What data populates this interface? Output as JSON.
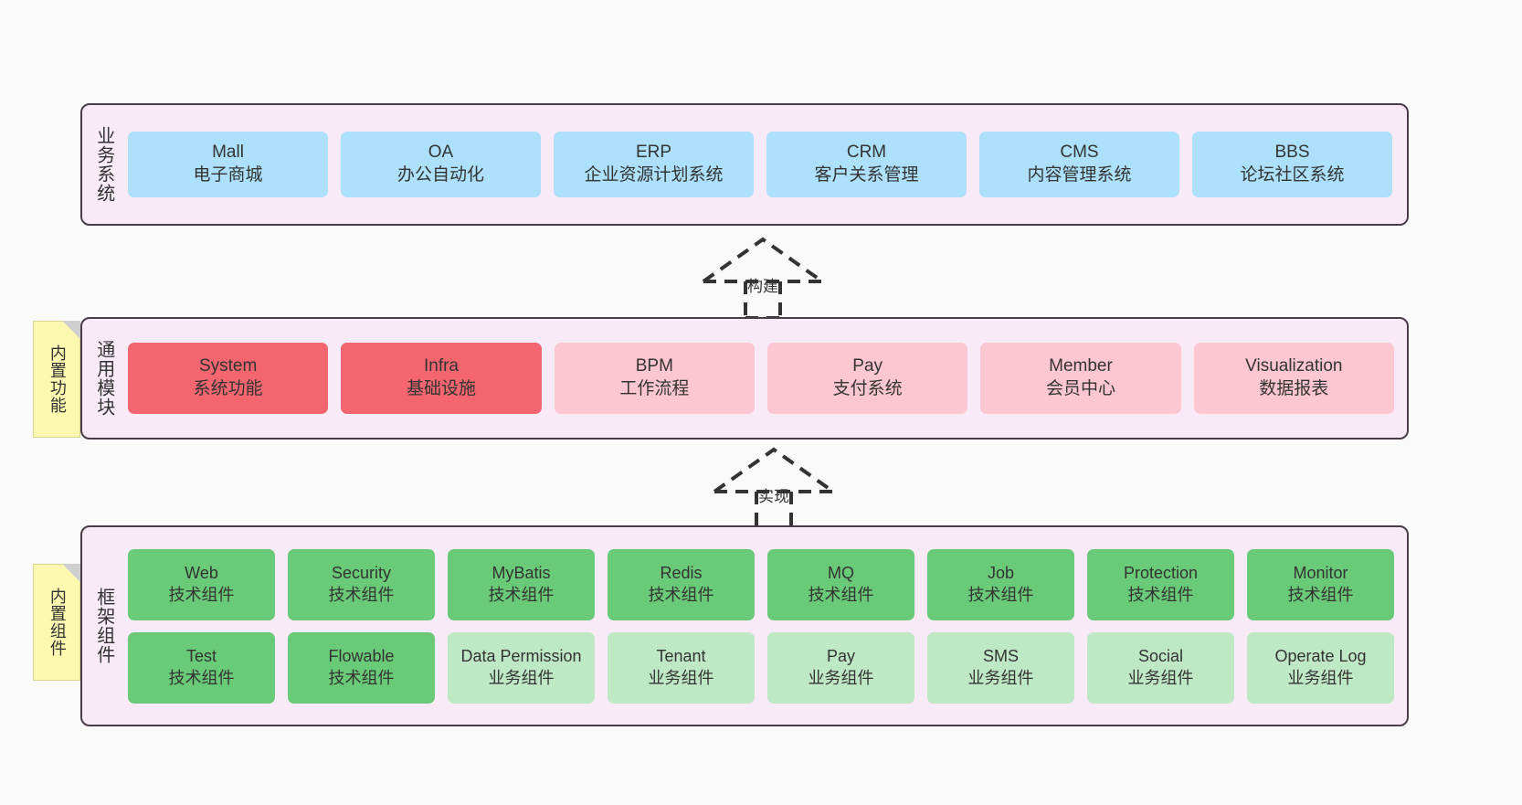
{
  "diagram": {
    "title_semantics": "layered architecture diagram",
    "layers": [
      {
        "id": "business",
        "label": "业务系统",
        "accent": "#ace0fb",
        "rows": [
          {
            "items": [
              {
                "name": "Mall",
                "sub": "电子商城",
                "color": "c-blue"
              },
              {
                "name": "OA",
                "sub": "办公自动化",
                "color": "c-blue"
              },
              {
                "name": "ERP",
                "sub": "企业资源计划系统",
                "color": "c-blue"
              },
              {
                "name": "CRM",
                "sub": "客户关系管理",
                "color": "c-blue"
              },
              {
                "name": "CMS",
                "sub": "内容管理系统",
                "color": "c-blue"
              },
              {
                "name": "BBS",
                "sub": "论坛社区系统",
                "color": "c-blue"
              }
            ]
          }
        ]
      },
      {
        "id": "common",
        "label": "通用模块",
        "accent": "#f4666f",
        "rows": [
          {
            "items": [
              {
                "name": "System",
                "sub": "系统功能",
                "color": "c-red"
              },
              {
                "name": "Infra",
                "sub": "基础设施",
                "color": "c-red"
              },
              {
                "name": "BPM",
                "sub": "工作流程",
                "color": "c-pink"
              },
              {
                "name": "Pay",
                "sub": "支付系统",
                "color": "c-pink"
              },
              {
                "name": "Member",
                "sub": "会员中心",
                "color": "c-pink"
              },
              {
                "name": "Visualization",
                "sub": "数据报表",
                "color": "c-pink"
              }
            ]
          }
        ]
      },
      {
        "id": "framework",
        "label": "框架组件",
        "accent": "#69ca78",
        "rows": [
          {
            "items": [
              {
                "name": "Web",
                "sub": "技术组件",
                "color": "c-green"
              },
              {
                "name": "Security",
                "sub": "技术组件",
                "color": "c-green"
              },
              {
                "name": "MyBatis",
                "sub": "技术组件",
                "color": "c-green"
              },
              {
                "name": "Redis",
                "sub": "技术组件",
                "color": "c-green"
              },
              {
                "name": "MQ",
                "sub": "技术组件",
                "color": "c-green"
              },
              {
                "name": "Job",
                "sub": "技术组件",
                "color": "c-green"
              },
              {
                "name": "Protection",
                "sub": "技术组件",
                "color": "c-green"
              },
              {
                "name": "Monitor",
                "sub": "技术组件",
                "color": "c-green"
              }
            ]
          },
          {
            "items": [
              {
                "name": "Test",
                "sub": "技术组件",
                "color": "c-green"
              },
              {
                "name": "Flowable",
                "sub": "技术组件",
                "color": "c-green"
              },
              {
                "name": "Data Permission",
                "sub": "业务组件",
                "color": "c-lightgreen"
              },
              {
                "name": "Tenant",
                "sub": "业务组件",
                "color": "c-lightgreen"
              },
              {
                "name": "Pay",
                "sub": "业务组件",
                "color": "c-lightgreen"
              },
              {
                "name": "SMS",
                "sub": "业务组件",
                "color": "c-lightgreen"
              },
              {
                "name": "Social",
                "sub": "业务组件",
                "color": "c-lightgreen"
              },
              {
                "name": "Operate Log",
                "sub": "业务组件",
                "color": "c-lightgreen"
              }
            ]
          }
        ]
      }
    ],
    "notes": [
      {
        "id": "builtin-feature",
        "label": "内置功能"
      },
      {
        "id": "builtin-component",
        "label": "内置组件"
      }
    ],
    "arrows": [
      {
        "id": "build",
        "label": "构建",
        "style": "dashed-generalization",
        "from": "common",
        "to": "business"
      },
      {
        "id": "realize",
        "label": "实现",
        "style": "dashed-generalization",
        "from": "framework",
        "to": "common"
      }
    ],
    "colors": {
      "canvas_background": "#fafafa",
      "layer_background": "#f8eaf6",
      "layer_border": "#4a3c4a",
      "note_background": "#fcf8b0",
      "note_fold": "#cfcfcf",
      "arrow_stroke": "#333333",
      "text": "#333333",
      "blue": "#ace0fb",
      "red": "#f4666f",
      "pink": "#fcc7d0",
      "green": "#69ca78",
      "light_green": "#bfe8c5"
    }
  }
}
